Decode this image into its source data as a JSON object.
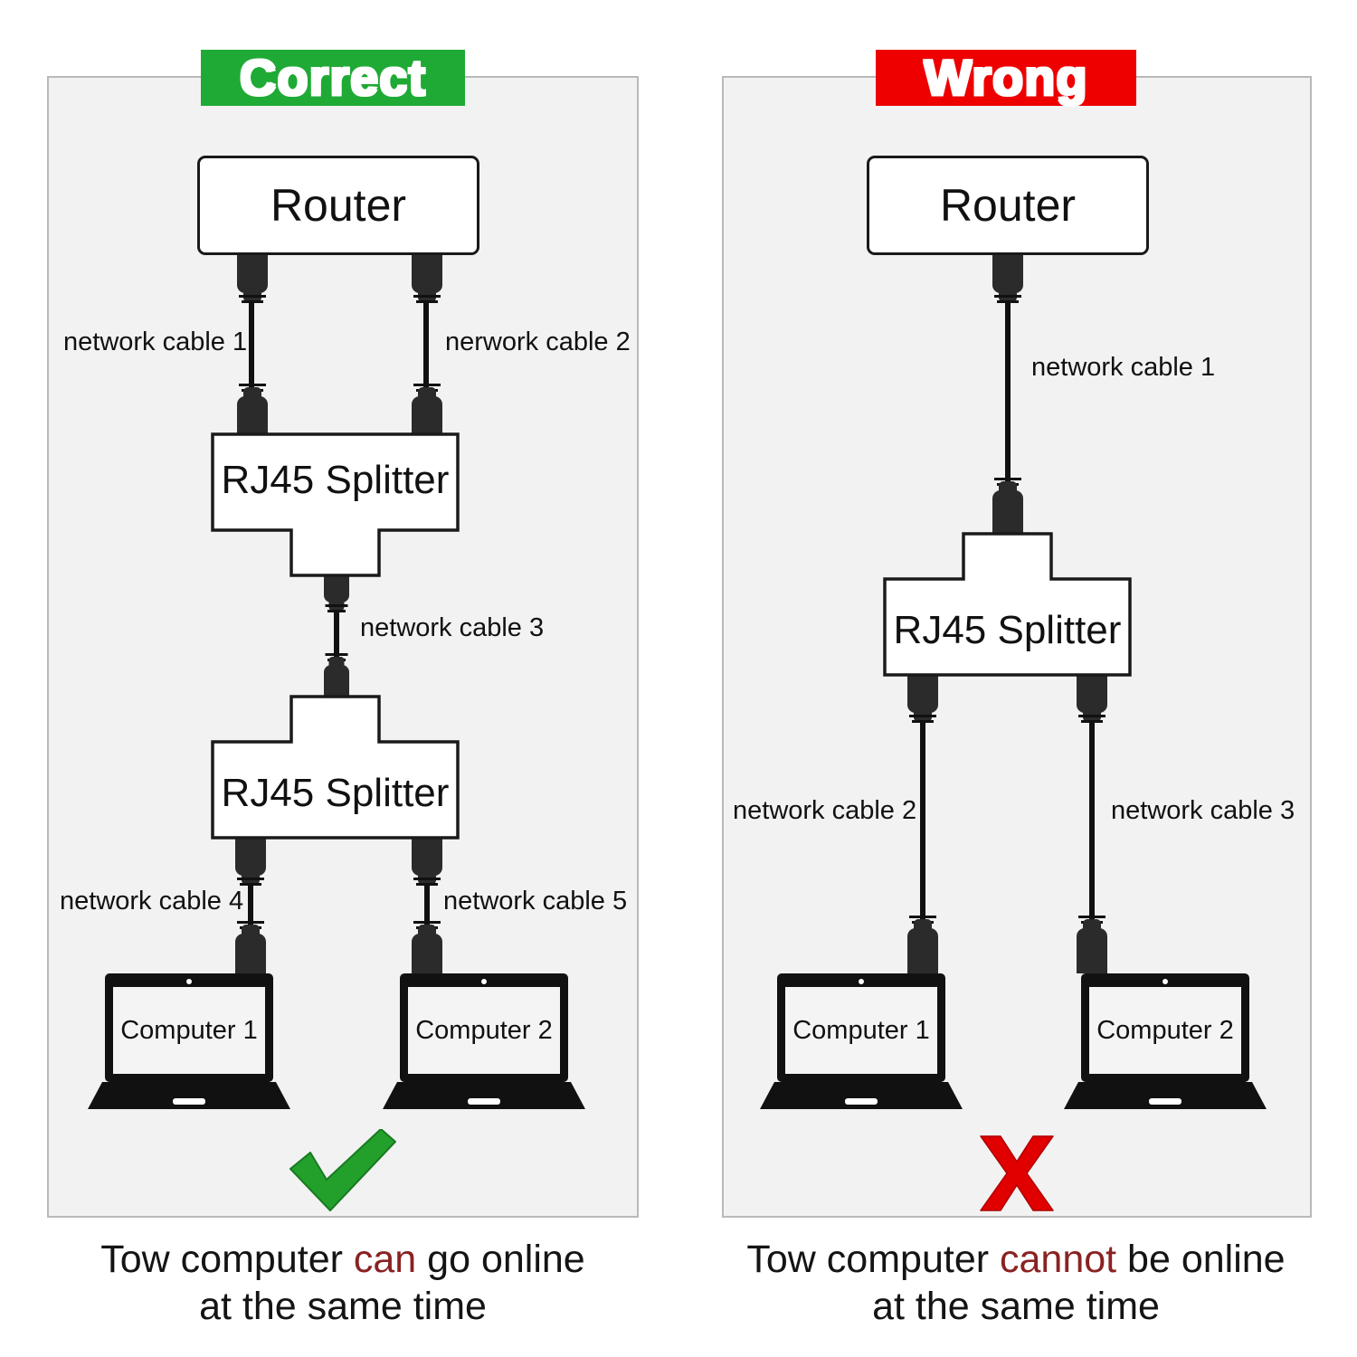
{
  "diagram": {
    "title_correct": "Correct",
    "title_wrong": "Wrong",
    "colors": {
      "correct_badge": "#1faa35",
      "wrong_badge": "#ee0000",
      "check_mark": "#22a02b",
      "x_mark": "#e00000",
      "panel_fill": "#f2f2f2",
      "panel_border": "#b9b9b9",
      "cable": "#111111",
      "highlight_text": "#8a2222"
    }
  },
  "correct_panel": {
    "badge": "Correct",
    "router": "Router",
    "splitter_top": "RJ45 Splitter",
    "splitter_bottom": "RJ45 Splitter",
    "cables": {
      "c1": "network cable 1",
      "c2": "nerwork cable 2",
      "c3": "network cable 3",
      "c4": "network cable 4",
      "c5": "network cable 5"
    },
    "computers": {
      "left": "Computer 1",
      "right": "Computer 2"
    },
    "verdict_icon": "check-mark",
    "caption": {
      "line1_before": "Tow computer ",
      "line1_highlight": "can",
      "line1_after": " go online",
      "line2": "at the same time"
    }
  },
  "wrong_panel": {
    "badge": "Wrong",
    "router": "Router",
    "splitter": "RJ45 Splitter",
    "cables": {
      "c1": "network cable 1",
      "c2": "network cable 2",
      "c3": "network cable 3"
    },
    "computers": {
      "left": "Computer 1",
      "right": "Computer 2"
    },
    "verdict_icon": "x-mark",
    "caption": {
      "line1_before": "Tow computer ",
      "line1_highlight": "cannot",
      "line1_after": " be online",
      "line2": "at the same time"
    }
  }
}
